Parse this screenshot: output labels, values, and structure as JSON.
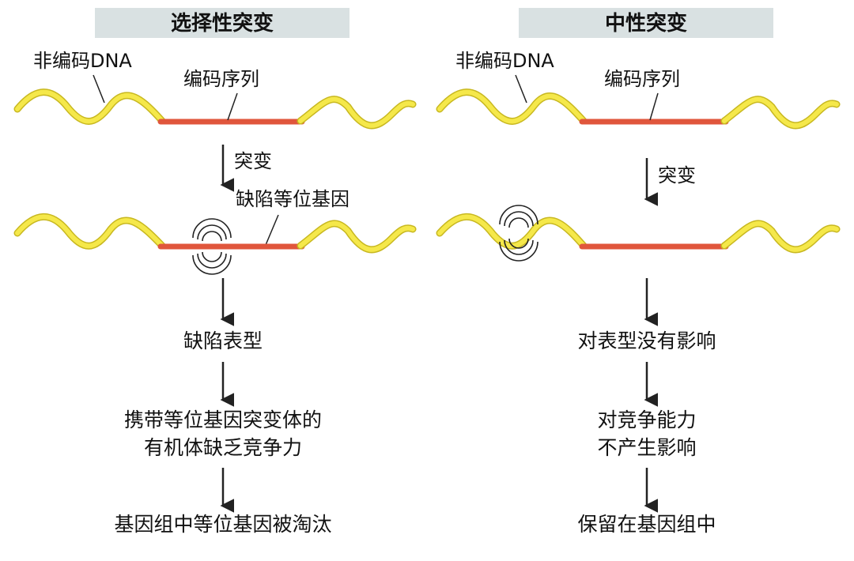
{
  "colors": {
    "noncoding_dna": "#f5e84a",
    "noncoding_dna_edge": "#c8b820",
    "coding_sequence": "#e0563c",
    "title_bg": "#d9e1e2",
    "arrow": "#222222",
    "mutation_mark": "#222222"
  },
  "left_panel": {
    "title": "选择性突变",
    "label_noncoding": "非编码DNA",
    "label_coding": "编码序列",
    "mutation_label": "突变",
    "allele_label": "缺陷等位基因",
    "step1": "缺陷表型",
    "step2_line1": "携带等位基因突变体的",
    "step2_line2": "有机体缺乏竞争力",
    "step3": "基因组中等位基因被淘汰"
  },
  "right_panel": {
    "title": "中性突变",
    "label_noncoding": "非编码DNA",
    "label_coding": "编码序列",
    "mutation_label": "突变",
    "step1": "对表型没有影响",
    "step2_line1": "对竞争能力",
    "step2_line2": "不产生影响",
    "step3": "保留在基因组中"
  }
}
